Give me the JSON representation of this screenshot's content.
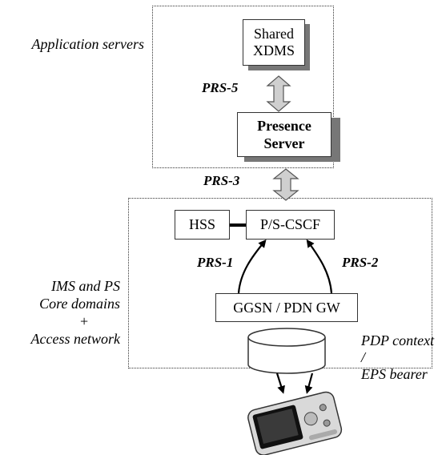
{
  "labels": {
    "application_servers": "Application servers",
    "ims_domains_line1": "IMS and PS",
    "ims_domains_line2": "Core domains",
    "plus": "+",
    "access_network": "Access network"
  },
  "nodes": {
    "shared_xdms": "Shared XDMS",
    "presence_server": "Presence Server",
    "hss": "HSS",
    "pscscf": "P/S-CSCF",
    "ggsn": "GGSN / PDN GW",
    "pdp_line1": "PDP context /",
    "pdp_line2": "EPS bearer"
  },
  "interfaces": {
    "prs5": "PRS-5",
    "prs3": "PRS-3",
    "prs1": "PRS-1",
    "prs2": "PRS-2"
  },
  "icons": {
    "device": "mobile-device-icon"
  }
}
